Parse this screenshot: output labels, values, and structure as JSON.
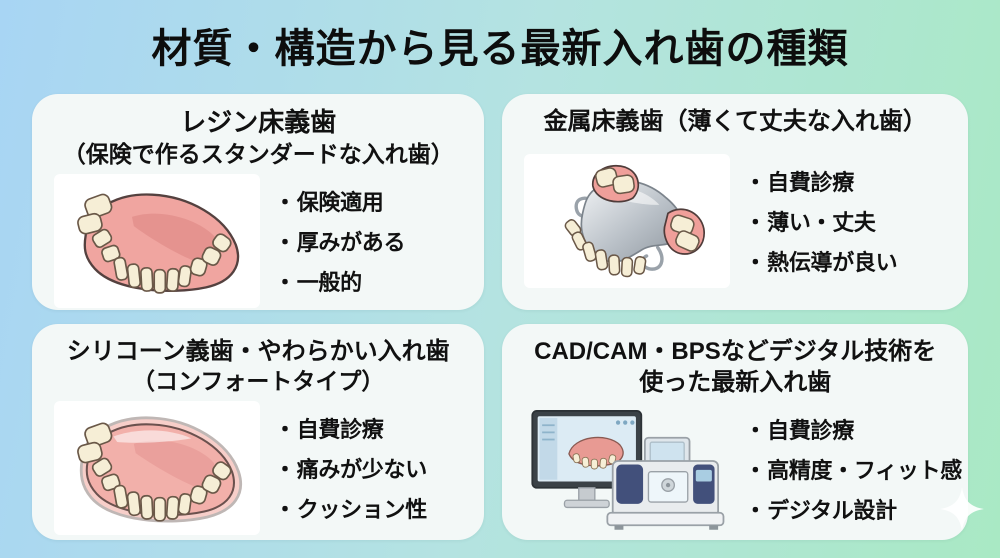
{
  "header": {
    "title": "材質・構造から見る最新入れ歯の種類"
  },
  "bullet_marker": "・",
  "cards": [
    {
      "name": "resin-base-denture",
      "title_lines": [
        "レジン床義歯",
        "（保険で作るスタンダードな入れ歯）"
      ],
      "illustration": "resin-full-denture-illustration",
      "bullets": [
        "保険適用",
        "厚みがある",
        "一般的"
      ]
    },
    {
      "name": "metal-base-denture",
      "title_lines": [
        "金属床義歯（薄くて丈夫な入れ歯）",
        ""
      ],
      "illustration": "metal-base-denture-illustration",
      "bullets": [
        "自費診療",
        "薄い・丈夫",
        "熱伝導が良い"
      ]
    },
    {
      "name": "silicone-soft-denture",
      "title_lines": [
        "シリコーン義歯・やわらかい入れ歯",
        "（コンフォートタイプ）"
      ],
      "illustration": "silicone-denture-illustration",
      "bullets": [
        "自費診療",
        "痛みが少ない",
        "クッション性"
      ]
    },
    {
      "name": "digital-cadcam-denture",
      "title_lines": [
        "CAD/CAM・BPSなどデジタル技術を",
        "使った最新入れ歯"
      ],
      "illustration": "cadcam-monitor-and-milling-machine-illustration",
      "bullets": [
        "自費診療",
        "高精度・フィット感",
        "デジタル設計"
      ]
    }
  ],
  "decorations": {
    "sparkle": "four-point-sparkle"
  },
  "colors": {
    "background_blue": "#a8d5f4",
    "background_teal": "#b4e3e1",
    "background_green": "#a9e9c4",
    "card_background": "#f3f8f7",
    "text": "#111111",
    "gum_pink": "#f0a5a0",
    "tooth_cream": "#f6eed6",
    "metal_gray": "#b3bac1",
    "machine_navy": "#42507b"
  }
}
